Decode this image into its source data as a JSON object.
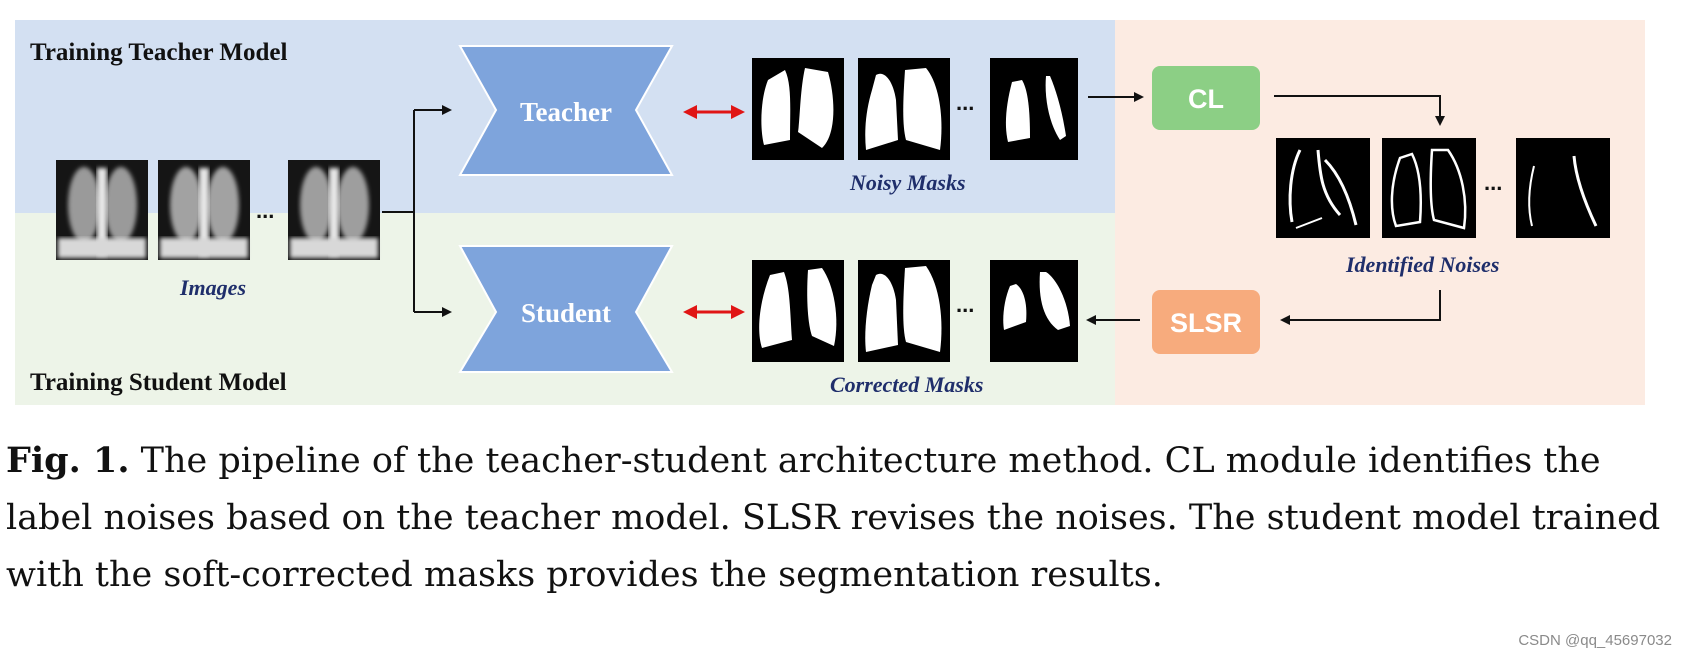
{
  "labels": {
    "teacher_section": "Training Teacher Model",
    "student_section": "Training Student Model",
    "images": "Images",
    "noisy_masks": "Noisy Masks",
    "corrected_masks": "Corrected Masks",
    "identified_noises": "Identified Noises",
    "teacher": "Teacher",
    "student": "Student",
    "cl": "CL",
    "slsr": "SLSR",
    "ellipsis": "..."
  },
  "caption": {
    "prefix": "Fig. 1.",
    "text": " The pipeline of the teacher-student architecture method. CL module identifies the label noises based on the teacher model. SLSR revises the noises. The student model trained with the soft-corrected masks provides the segmentation results."
  },
  "watermark": "CSDN @qq_45697032",
  "colors": {
    "teacher_bg": "#d3e0f2",
    "student_bg": "#edf4e8",
    "right_bg": "#fcebe2",
    "model_fill": "#7ea4dc",
    "cl_fill": "#8ccf85",
    "slsr_fill": "#f7ab7d",
    "double_arrow": "#e01515"
  }
}
